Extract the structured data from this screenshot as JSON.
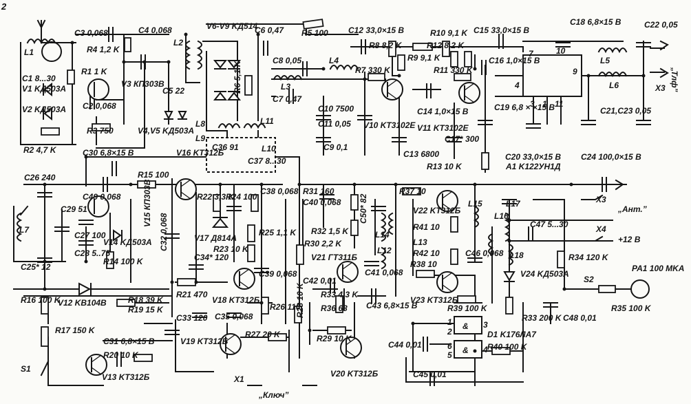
{
  "figure_number": "2",
  "labels": {
    "c3": "C3 0,068",
    "r4": "R4 1,2 K",
    "c4": "C4 0,068",
    "l2": "L2",
    "vd": "V6-V9 KД514",
    "c6": "C6 0,47",
    "r5": "R5 100",
    "c12": "C12 33,0×15 B",
    "r10": "R10 9,1 K",
    "c15": "C15 33,0×15 B",
    "c18": "C18 6,8×15 B",
    "c22": "C22 0,05",
    "l1": "L1",
    "c1": "C1 8...30",
    "v1": "V1 KД503A",
    "v2": "V2 KД503A",
    "r2": "R2 4,7 K",
    "r1": "R1 1 K",
    "v3": "V3 КП303B",
    "c2": "C2 0,068",
    "r3": "R3 750",
    "v45": "V4,V5 KД503A",
    "c5": "C5 22",
    "c8": "C8 0,05",
    "r6": "R6 5,1 K",
    "l3": "L3",
    "l4": "L4",
    "r8": "R8 8,2 K",
    "r7": "R7 330 K",
    "r9": "R9 9,1 K",
    "r12": "R12 8,2 K",
    "r11": "R11 330 K",
    "c16": "C16 1,0×15 B",
    "l5": "L5",
    "l6": "L6",
    "x3top": "X3",
    "tlf": "„Тлф”",
    "c7": "C7 0,47",
    "c10": "C10 7500",
    "c11": "C11 0,05",
    "v10": "V10 KT3102E",
    "c14": "C14 1,0×15 B",
    "v11": "V11 KT3102E",
    "l8": "L8",
    "l9": "L9",
    "l11": "L11",
    "l10": "L10",
    "c36": "C36 91",
    "c37": "C37 8...30",
    "c9": "C9 0,1",
    "c13": "C13 6800",
    "c17": "C17* 300",
    "c19": "C19 6,8 × ×15 B",
    "c20": "C20 33,0×15 B",
    "c21": "C21,C23 0,05",
    "r13": "R13 10 K",
    "a1": "A1 K122УН1Д",
    "c24": "C24 100,0×15 B",
    "c30": "C30 6,8×15 B",
    "v16": "V16 KT312Б",
    "c26": "C26 240",
    "r15": "R15 100",
    "c49": "C49 0,068",
    "r22": "R22 3,3 K",
    "r24": "R24 100",
    "c38": "C38 0,068",
    "r31": "R31 160",
    "c40": "C40 0,068",
    "c50": "C50* 82",
    "r37": "R37 10",
    "v22": "V22 KT312Б",
    "l15": "L15",
    "l17": "L17",
    "c47": "C47 5...30",
    "x3ant": "X3",
    "ant": "„Ант.”",
    "x4": "X4",
    "p12": "+12 B",
    "c29": "C29 51",
    "l7": "L7",
    "c27": "C27 100",
    "c28": "C28 5..75",
    "v14": "V14 KД503A",
    "r14": "R14 100 K",
    "c25": "C25* 12",
    "v15": "V15 КП303B",
    "c32": "C32 0,068",
    "v17": "V17 Д814A",
    "c34": "C34* 120",
    "r23": "R23 10 K",
    "r25": "R25 1,1 K",
    "c39": "C39 0,068",
    "r32": "R32 1,5 K",
    "r30": "R30 2,2 K",
    "v21": "V21 ГТ311Б",
    "l14": "L14",
    "l12": "L12",
    "c41": "C41 0,068",
    "r41": "R41 10",
    "l13": "L13",
    "r42": "R42 10",
    "r38": "R38 10",
    "c46": "C46 0,068",
    "l16": "L16",
    "l18": "L18",
    "v24": "V24 KД503A",
    "r34": "R34 120 K",
    "s2": "S2",
    "pa1": "PA1 100 MKA",
    "r16": "R16 100 K",
    "v12": "V12 KB104B",
    "r18": "R18 39 K",
    "r19": "R19 15 K",
    "r21": "R21 470",
    "c33": "C33 120",
    "v18": "V18 KT312Б",
    "c35": "C35 0,068",
    "r26": "R26 110",
    "c42": "C42 0,01",
    "r28": "R28 10 K",
    "r33": "R33 4,3 K",
    "r36": "R36 68",
    "c43": "C43 6,8×15 B",
    "v23": "V23 KT312Б",
    "r39": "R39 100 K",
    "c44": "C44 0,01",
    "r29": "R29 10 K",
    "r17": "R17 150 K",
    "c31": "C31 6,8×15 B",
    "r20": "R20 10 K",
    "s1": "S1",
    "v13": "V13 KT312Б",
    "v19": "V19 KT312Б",
    "r27": "R27 20 K",
    "v20": "V20 KT312Б",
    "x1": "X1",
    "key": "„Ключ”",
    "c45": "C45 0,01",
    "d1": "D1 K176ЛА7",
    "r40": "R40 100 K",
    "r33b": "R33 200 K",
    "r35": "R35 100 K",
    "c48": "C48 0,01"
  },
  "pins": {
    "p7": "7",
    "p10": "10",
    "p9": "9",
    "p4": "4",
    "p3": "3",
    "p1": "1",
    "p11": "11",
    "g1": "1",
    "g2": "2",
    "g3": "3",
    "g6": "6",
    "g5": "5",
    "g4": "4",
    "amp1": "&",
    "amp2": "&"
  }
}
